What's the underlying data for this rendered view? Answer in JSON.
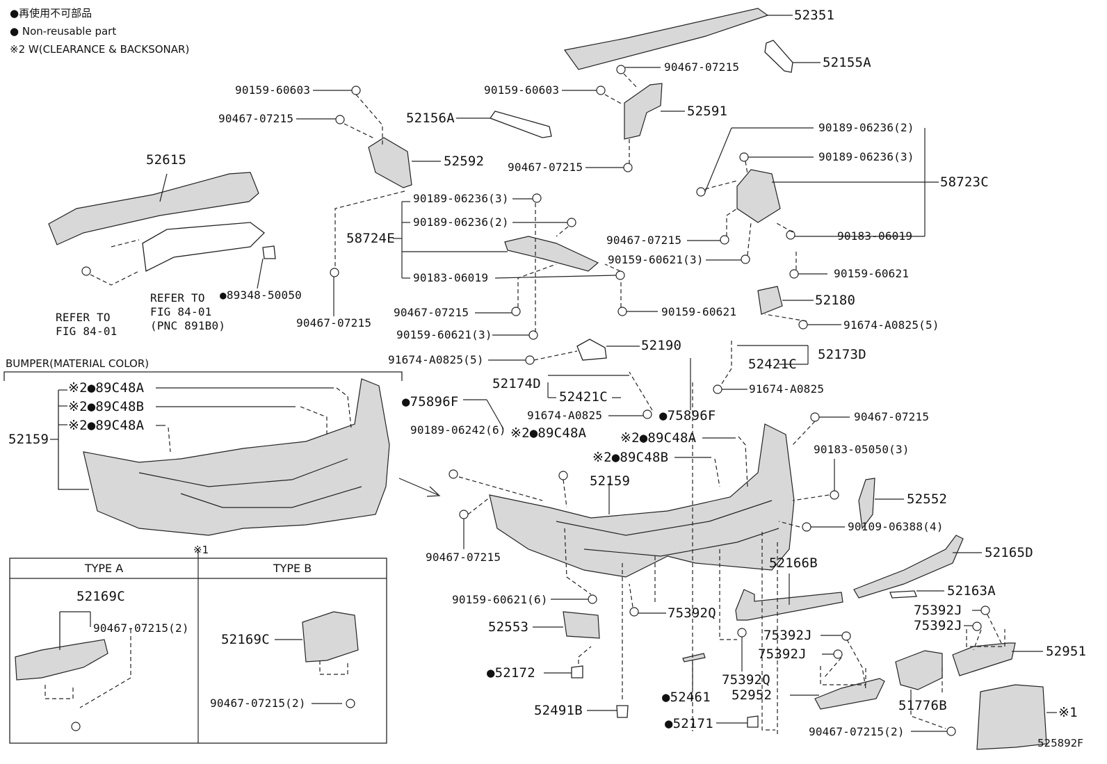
{
  "legend": {
    "line1": "●再使用不可部品",
    "line2": "● Non-reusable part",
    "line3": "※2 W(CLEARANCE & BACKSONAR)"
  },
  "diagram_code": "525892F",
  "section": {
    "bumper_title": "BUMPER(MATERIAL COLOR)",
    "note_mark": "※1",
    "type_a": "TYPE A",
    "type_b": "TYPE B"
  },
  "labels": [
    {
      "id": "l01",
      "text": "52351"
    },
    {
      "id": "l02",
      "text": "90467-07215"
    },
    {
      "id": "l03",
      "text": "52155A"
    },
    {
      "id": "l04",
      "text": "90159-60603"
    },
    {
      "id": "l05",
      "text": "90159-60603"
    },
    {
      "id": "l06",
      "text": "90467-07215"
    },
    {
      "id": "l07",
      "text": "52156A"
    },
    {
      "id": "l08",
      "text": "52591"
    },
    {
      "id": "l09",
      "text": "90189-06236(2)"
    },
    {
      "id": "l10",
      "text": "52615"
    },
    {
      "id": "l11",
      "text": "52592"
    },
    {
      "id": "l12",
      "text": "90467-07215"
    },
    {
      "id": "l13",
      "text": "90189-06236(3)"
    },
    {
      "id": "l14",
      "text": "58723C"
    },
    {
      "id": "l15",
      "text": "90189-06236(3)"
    },
    {
      "id": "l16",
      "text": "90189-06236(2)"
    },
    {
      "id": "l17",
      "text": "58724E"
    },
    {
      "id": "l18",
      "text": "90467-07215"
    },
    {
      "id": "l19",
      "text": "90183-06019"
    },
    {
      "id": "l20",
      "text": "90159-60621(3)"
    },
    {
      "id": "l21",
      "text": "90183-06019"
    },
    {
      "id": "l22",
      "text": "90159-60621"
    },
    {
      "id": "l23",
      "text": "REFER TO"
    },
    {
      "id": "l24",
      "text": "FIG 84-01"
    },
    {
      "id": "l25",
      "text": "●89348-50050"
    },
    {
      "id": "l26",
      "text": "(PNC 891B0)"
    },
    {
      "id": "l27",
      "text": "REFER TO"
    },
    {
      "id": "l28",
      "text": "FIG 84-01"
    },
    {
      "id": "l29",
      "text": "90467-07215"
    },
    {
      "id": "l30",
      "text": "90467-07215"
    },
    {
      "id": "l31",
      "text": "52180"
    },
    {
      "id": "l32",
      "text": "90159-60621"
    },
    {
      "id": "l33",
      "text": "91674-A0825(5)"
    },
    {
      "id": "l34",
      "text": "90159-60621(3)"
    },
    {
      "id": "l35",
      "text": "52190"
    },
    {
      "id": "l36",
      "text": "91674-A0825(5)"
    },
    {
      "id": "l37",
      "text": "52173D"
    },
    {
      "id": "l38",
      "text": "52421C"
    },
    {
      "id": "l39",
      "text": "52174D"
    },
    {
      "id": "l40",
      "text": "52421C"
    },
    {
      "id": "l41",
      "text": "91674-A0825"
    },
    {
      "id": "l42",
      "text": "●75896F"
    },
    {
      "id": "l43",
      "text": "91674-A0825"
    },
    {
      "id": "l44",
      "text": "●75896F"
    },
    {
      "id": "l45",
      "text": "90467-07215"
    },
    {
      "id": "l46",
      "text": "※2●89C48A"
    },
    {
      "id": "l47",
      "text": "※2●89C48B"
    },
    {
      "id": "l48",
      "text": "※2●89C48A"
    },
    {
      "id": "l49",
      "text": "52159"
    },
    {
      "id": "l50",
      "text": "90189-06242(6)"
    },
    {
      "id": "l51",
      "text": "※2●89C48A"
    },
    {
      "id": "l52",
      "text": "※2●89C48A"
    },
    {
      "id": "l53",
      "text": "90183-05050(3)"
    },
    {
      "id": "l54",
      "text": "※2●89C48B"
    },
    {
      "id": "l55",
      "text": "52159"
    },
    {
      "id": "l56",
      "text": "52552"
    },
    {
      "id": "l57",
      "text": "90109-06388(4)"
    },
    {
      "id": "l58",
      "text": "90467-07215"
    },
    {
      "id": "l59",
      "text": "52165D"
    },
    {
      "id": "l60",
      "text": "52166B"
    },
    {
      "id": "l61",
      "text": "52163A"
    },
    {
      "id": "l62",
      "text": "90159-60621(6)"
    },
    {
      "id": "l63",
      "text": "75392Q"
    },
    {
      "id": "l64",
      "text": "75392J"
    },
    {
      "id": "l65",
      "text": "52553"
    },
    {
      "id": "l66",
      "text": "75392J"
    },
    {
      "id": "l67",
      "text": "75392J"
    },
    {
      "id": "l68",
      "text": "52951"
    },
    {
      "id": "l69",
      "text": "75392J"
    },
    {
      "id": "l70",
      "text": "●52172"
    },
    {
      "id": "l71",
      "text": "75392Q"
    },
    {
      "id": "l72",
      "text": "52952"
    },
    {
      "id": "l73",
      "text": "●52461"
    },
    {
      "id": "l74",
      "text": "51776B"
    },
    {
      "id": "l75",
      "text": "52491B"
    },
    {
      "id": "l76",
      "text": "●52171"
    },
    {
      "id": "l77",
      "text": "90467-07215(2)"
    },
    {
      "id": "l78",
      "text": "※1"
    },
    {
      "id": "l79",
      "text": "52169C"
    },
    {
      "id": "l80",
      "text": "90467-07215(2)"
    },
    {
      "id": "l81",
      "text": "52169C"
    },
    {
      "id": "l82",
      "text": "90467-07215(2)"
    }
  ]
}
